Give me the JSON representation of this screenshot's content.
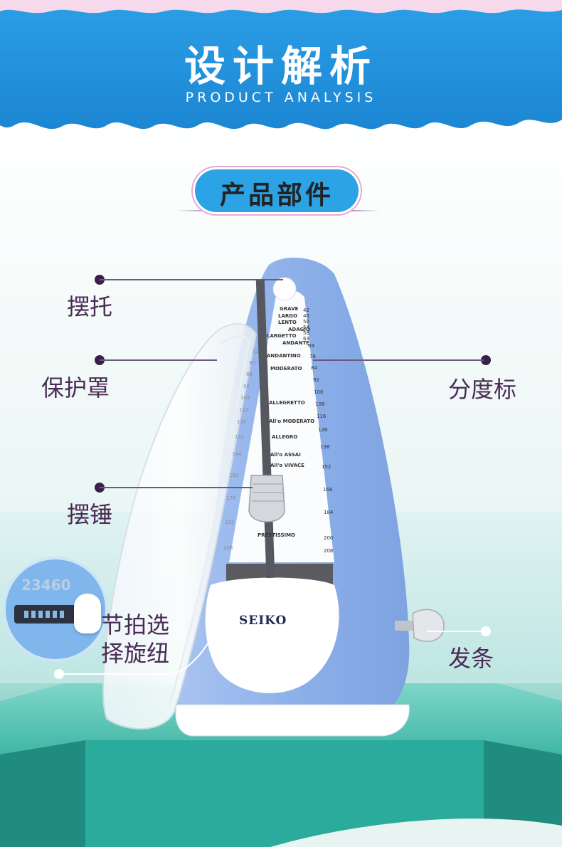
{
  "header": {
    "title_cn": "设计解析",
    "title_en": "PRODUCT ANALYSIS"
  },
  "section": {
    "heading": "产品部件"
  },
  "labels": {
    "pendulum_top": "摆托",
    "cover": "保护罩",
    "scale": "分度标",
    "weight": "摆锤",
    "beat_knob_line1": "节拍选",
    "beat_knob_line2": "择旋纽",
    "winding_key": "发条"
  },
  "product": {
    "brand": "SEIKO",
    "knob_numbers": "23460",
    "scale_terms": [
      "GRAVE",
      "LARGO",
      "LENTO",
      "ADAGIO",
      "LARGETTO",
      "ANDANTE",
      "ANDANTINO",
      "MODERATO",
      "ALLEGRETTO",
      "All'o MODERATO",
      "ALLEGRO",
      "All'o ASSAI",
      "All'o VIVACE",
      "PRESTISSIMO"
    ],
    "scale_numbers_right": [
      "42",
      "46",
      "50",
      "54",
      "58",
      "63",
      "69",
      "76",
      "84",
      "92",
      "100",
      "108",
      "116",
      "126",
      "138",
      "152",
      "168",
      "184",
      "200",
      "208"
    ],
    "scale_numbers_left": [
      "72",
      "80",
      "88",
      "96",
      "104",
      "112",
      "120",
      "132",
      "144",
      "160",
      "176",
      "192",
      "208"
    ]
  },
  "colors": {
    "banner_blue": "#1e8fd8",
    "accent_pink": "#e8a8d8",
    "body_blue": "#8fb2ea",
    "label_text": "#4a2b55",
    "platform_teal": "#2fae9c"
  }
}
